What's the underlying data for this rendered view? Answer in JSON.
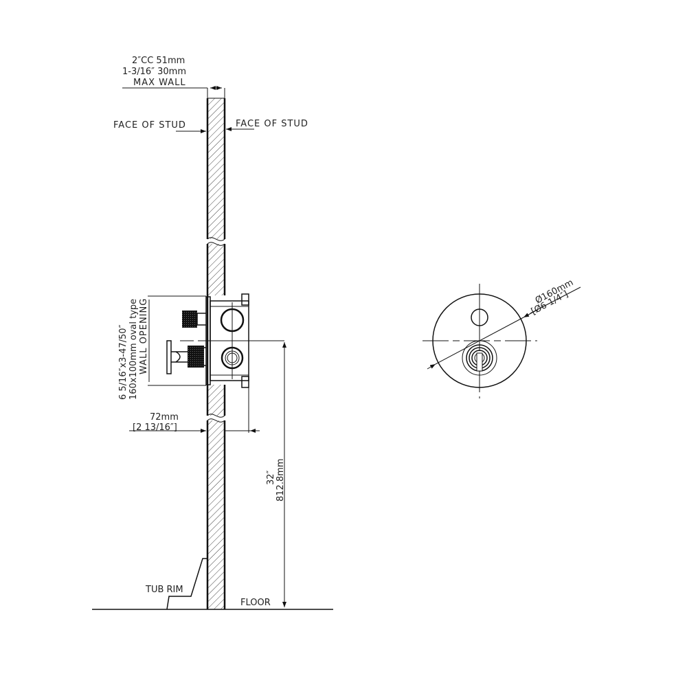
{
  "drawing": {
    "title": "Wall-mounted shower valve rough-in installation diagram",
    "side_view": {
      "labels": {
        "cc_spacing": "2″CC 51mm",
        "wall_thickness": "1-3/16″ 30mm",
        "max_wall": "MAX WALL",
        "face_of_stud_left": "FACE OF STUD",
        "face_of_stud_right": "FACE OF STUD",
        "wall_opening_size_imperial": "6 5/16″x3-47/50″",
        "wall_opening_size_metric": "160x100mm oval type",
        "wall_opening": "WALL OPENING",
        "depth_metric": "72mm",
        "depth_imperial": "[2 13/16″]",
        "height_imperial": "32″",
        "height_metric": "812.8mm",
        "tub_rim": "TUB RIM",
        "floor": "FLOOR"
      }
    },
    "front_view": {
      "labels": {
        "diameter_metric": "Ø160mm",
        "diameter_imperial": "[Ø6 1/4″]"
      }
    },
    "colors": {
      "line": "#111111",
      "background": "#ffffff"
    }
  }
}
